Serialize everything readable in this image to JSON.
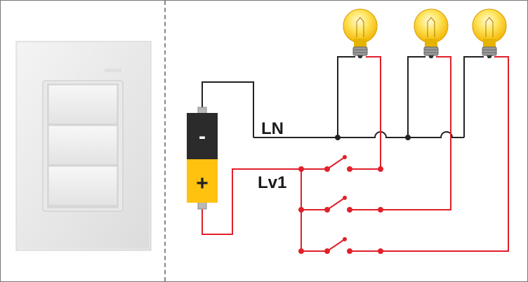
{
  "switch_photo": {
    "brand": "simon"
  },
  "diagram": {
    "neutral_label": "LN",
    "switch_label": "Lv1",
    "battery_minus": "-",
    "battery_plus": "+",
    "colors": {
      "neutral": "#222222",
      "live": "#e0202a",
      "battery_yellow": "#ffc20e",
      "battery_black": "#2b2b2b",
      "bulb": "#ffd21f"
    },
    "bulb_count": 3,
    "switch_count": 3
  }
}
